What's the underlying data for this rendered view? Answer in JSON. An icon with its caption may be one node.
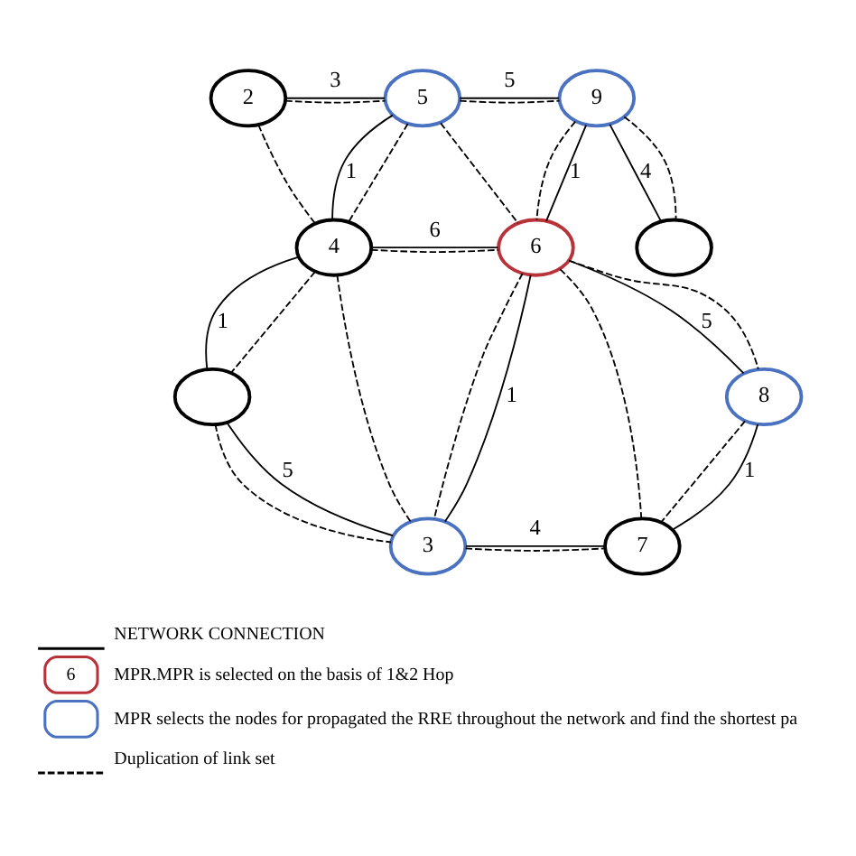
{
  "diagram": {
    "nodes": [
      {
        "text": [
          "5"
        ]
      },
      {
        "text": [
          "9"
        ]
      },
      {
        "text": [
          "2"
        ]
      },
      {
        "text": [],
        "shape": "circle"
      },
      {
        "text": [
          "6"
        ]
      },
      {
        "text": [
          "4"
        ]
      },
      {
        "text": [],
        "shape": "circle"
      },
      {
        "text": [
          "8"
        ]
      },
      {
        "text": [
          "3"
        ]
      },
      {
        "text": [
          "7"
        ]
      }
    ],
    "edges": [
      {
        "from": 2,
        "to": 0,
        "arrow": "none",
        "label": "3"
      },
      {
        "from": 2,
        "to": 0,
        "arrow": "none",
        "style": "dashed"
      },
      {
        "from": 0,
        "to": 1,
        "arrow": "none",
        "label": "5"
      },
      {
        "from": 0,
        "to": 1,
        "arrow": "none",
        "style": "dashed"
      },
      {
        "from": 1,
        "to": 3,
        "arrow": "none",
        "label": "4"
      },
      {
        "from": 1,
        "to": 3,
        "arrow": "none",
        "style": "dashed"
      },
      {
        "from": 0,
        "to": 5,
        "arrow": "none",
        "label": "1"
      },
      {
        "from": 0,
        "to": 5,
        "arrow": "none",
        "style": "dashed"
      },
      {
        "from": 0,
        "to": 4,
        "arrow": "none",
        "style": "dashed"
      },
      {
        "from": 2,
        "to": 5,
        "arrow": "none",
        "style": "dashed"
      },
      {
        "from": 1,
        "to": 4,
        "arrow": "none",
        "label": "1"
      },
      {
        "from": 1,
        "to": 4,
        "arrow": "none",
        "style": "dashed"
      },
      {
        "from": 5,
        "to": 4,
        "arrow": "none",
        "label": "6"
      },
      {
        "from": 5,
        "to": 4,
        "arrow": "none",
        "style": "dashed"
      },
      {
        "from": 5,
        "to": 6,
        "arrow": "none",
        "label": "1"
      },
      {
        "from": 5,
        "to": 6,
        "arrow": "none",
        "style": "dashed"
      },
      {
        "from": 4,
        "to": 7,
        "arrow": "none",
        "label": "5"
      },
      {
        "from": 4,
        "to": 7,
        "arrow": "none",
        "style": "dashed"
      },
      {
        "from": 4,
        "to": 8,
        "arrow": "none",
        "label": "1"
      },
      {
        "from": 4,
        "to": 8,
        "arrow": "none",
        "style": "dashed"
      },
      {
        "from": 4,
        "to": 9,
        "arrow": "none",
        "style": "dashed"
      },
      {
        "from": 5,
        "to": 8,
        "arrow": "none",
        "style": "dashed"
      },
      {
        "from": 6,
        "to": 8,
        "arrow": "none",
        "label": "5"
      },
      {
        "from": 6,
        "to": 8,
        "arrow": "none",
        "style": "dashed"
      },
      {
        "from": 8,
        "to": 9,
        "arrow": "none",
        "label": "4"
      },
      {
        "from": 8,
        "to": 9,
        "arrow": "none",
        "style": "dashed"
      },
      {
        "from": 7,
        "to": 9,
        "arrow": "none",
        "label": "1"
      },
      {
        "from": 7,
        "to": 9,
        "arrow": "none",
        "style": "dashed"
      }
    ],
    "labels": [
      "6"
    ],
    "legend": [
      {
        "text": "NETWORK CONNECTION"
      },
      {
        "text": "MPR.MPR is selected on the basis of 1&2 Hop"
      },
      {
        "text": "MPR selects the nodes for propagated the RRE throughout the network and find the shortest pa"
      },
      {
        "text": "Duplication of link set"
      }
    ]
  }
}
